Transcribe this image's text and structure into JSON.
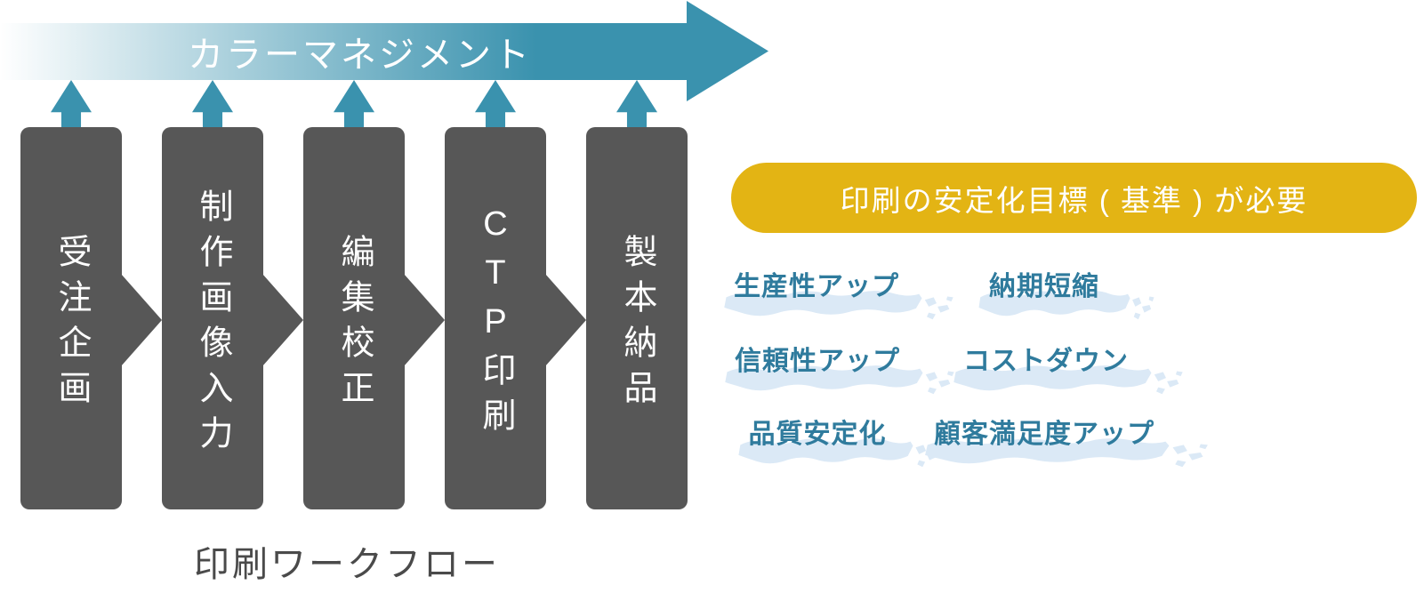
{
  "title_arrow": {
    "label": "カラーマネジメント"
  },
  "workflow": {
    "caption": "印刷ワークフロー",
    "steps": [
      {
        "label": "受注企画"
      },
      {
        "label": "制作画像入力"
      },
      {
        "label": "編集校正"
      },
      {
        "label": "CTP印刷"
      },
      {
        "label": "製本納品"
      }
    ]
  },
  "goal": {
    "label": "印刷の安定化目標 ( 基準 ) が必要"
  },
  "benefits": [
    {
      "label": "生産性アップ"
    },
    {
      "label": "納期短縮"
    },
    {
      "label": "信頼性アップ"
    },
    {
      "label": "コストダウン"
    },
    {
      "label": "品質安定化"
    },
    {
      "label": "顧客満足度アップ"
    }
  ],
  "colors": {
    "arrow_blue": "#3a92ae",
    "box_gray": "#575757",
    "caption_gray": "#4a4a4a",
    "goal_yellow": "#e3b414",
    "benefit_text": "#2f7b9d",
    "benefit_highlight": "#dbe9f6"
  }
}
